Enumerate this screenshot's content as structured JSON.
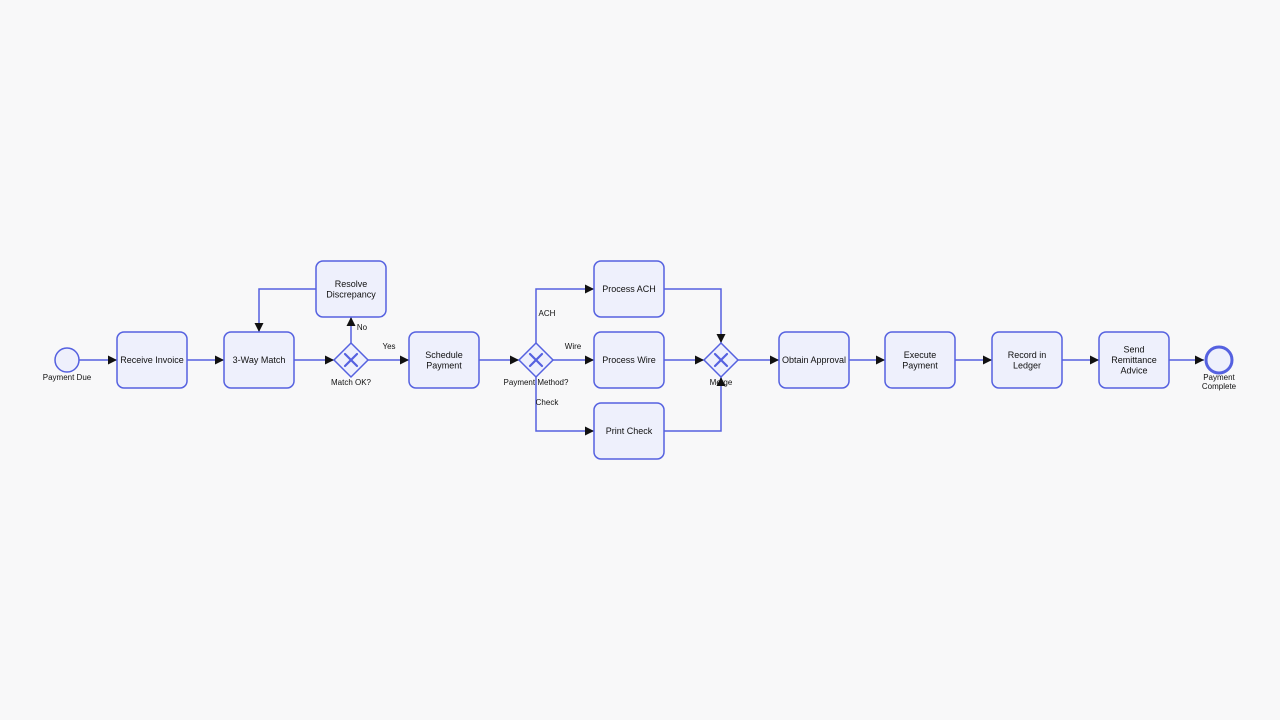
{
  "diagram": {
    "events": [
      {
        "id": "start",
        "kind": "start",
        "label": "Payment Due"
      },
      {
        "id": "end",
        "kind": "end",
        "label_lines": [
          "Payment",
          "Complete"
        ]
      }
    ],
    "tasks": [
      {
        "id": "receive",
        "lines": [
          "Receive Invoice"
        ]
      },
      {
        "id": "match",
        "lines": [
          "3-Way Match"
        ]
      },
      {
        "id": "resolve",
        "lines": [
          "Resolve",
          "Discrepancy"
        ]
      },
      {
        "id": "schedule",
        "lines": [
          "Schedule",
          "Payment"
        ]
      },
      {
        "id": "ach",
        "lines": [
          "Process ACH"
        ]
      },
      {
        "id": "wire",
        "lines": [
          "Process Wire"
        ]
      },
      {
        "id": "check",
        "lines": [
          "Print Check"
        ]
      },
      {
        "id": "approve",
        "lines": [
          "Obtain Approval"
        ]
      },
      {
        "id": "execute",
        "lines": [
          "Execute",
          "Payment"
        ]
      },
      {
        "id": "record",
        "lines": [
          "Record in",
          "Ledger"
        ]
      },
      {
        "id": "remit",
        "lines": [
          "Send",
          "Remittance",
          "Advice"
        ]
      }
    ],
    "gateways": [
      {
        "id": "gw_match",
        "type": "exclusive",
        "label": "Match OK?"
      },
      {
        "id": "gw_method",
        "type": "exclusive",
        "label": "Payment Method?"
      },
      {
        "id": "gw_merge",
        "type": "exclusive",
        "label": "Merge"
      }
    ],
    "flows": [
      {
        "from": "start",
        "to": "receive",
        "label": ""
      },
      {
        "from": "receive",
        "to": "match",
        "label": ""
      },
      {
        "from": "match",
        "to": "gw_match",
        "label": ""
      },
      {
        "from": "gw_match",
        "to": "schedule",
        "label": "Yes"
      },
      {
        "from": "gw_match",
        "to": "resolve",
        "label": "No"
      },
      {
        "from": "resolve",
        "to": "match",
        "label": ""
      },
      {
        "from": "schedule",
        "to": "gw_method",
        "label": ""
      },
      {
        "from": "gw_method",
        "to": "ach",
        "label": "ACH"
      },
      {
        "from": "gw_method",
        "to": "wire",
        "label": "Wire"
      },
      {
        "from": "gw_method",
        "to": "check",
        "label": "Check"
      },
      {
        "from": "ach",
        "to": "gw_merge",
        "label": ""
      },
      {
        "from": "wire",
        "to": "gw_merge",
        "label": ""
      },
      {
        "from": "check",
        "to": "gw_merge",
        "label": ""
      },
      {
        "from": "gw_merge",
        "to": "approve",
        "label": ""
      },
      {
        "from": "approve",
        "to": "execute",
        "label": ""
      },
      {
        "from": "execute",
        "to": "record",
        "label": ""
      },
      {
        "from": "record",
        "to": "remit",
        "label": ""
      },
      {
        "from": "remit",
        "to": "end",
        "label": ""
      }
    ],
    "colors": {
      "stroke": "#5561e0",
      "fill": "#eef0fc",
      "background": "#f8f8f9",
      "text": "#111111"
    }
  }
}
